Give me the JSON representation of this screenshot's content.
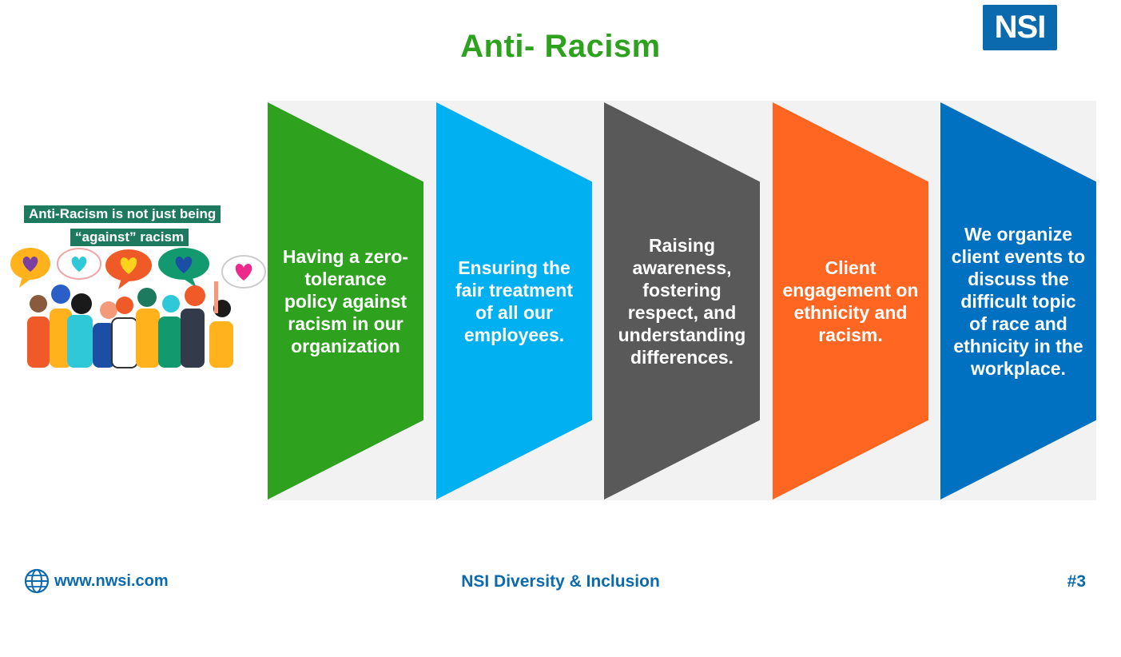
{
  "title": "Anti- Racism",
  "logo": {
    "text": "NSI"
  },
  "illustration": {
    "banner_line1": "Anti-Racism is not just being",
    "banner_line2": "“against” racism"
  },
  "steps": [
    {
      "text": "Having a zero-tolerance policy against racism in our organization",
      "color": "#2ea11f"
    },
    {
      "text": "Ensuring the fair treatment of all our employees.",
      "color": "#00b0f0"
    },
    {
      "text": "Raising awareness, fostering respect, and understanding differences.",
      "color": "#595959"
    },
    {
      "text": "Client engagement on ethnicity and racism.",
      "color": "#ff6622"
    },
    {
      "text": "We organize client events to discuss the difficult topic of race and ethnicity in the workplace.",
      "color": "#0070c0"
    }
  ],
  "footer": {
    "url": "www.nwsi.com",
    "center": "NSI Diversity & Inclusion",
    "page": "#3"
  },
  "colors": {
    "brand_blue": "#0a6aad",
    "title_green": "#2ea11f"
  },
  "icons": {
    "globe": "globe-icon"
  }
}
